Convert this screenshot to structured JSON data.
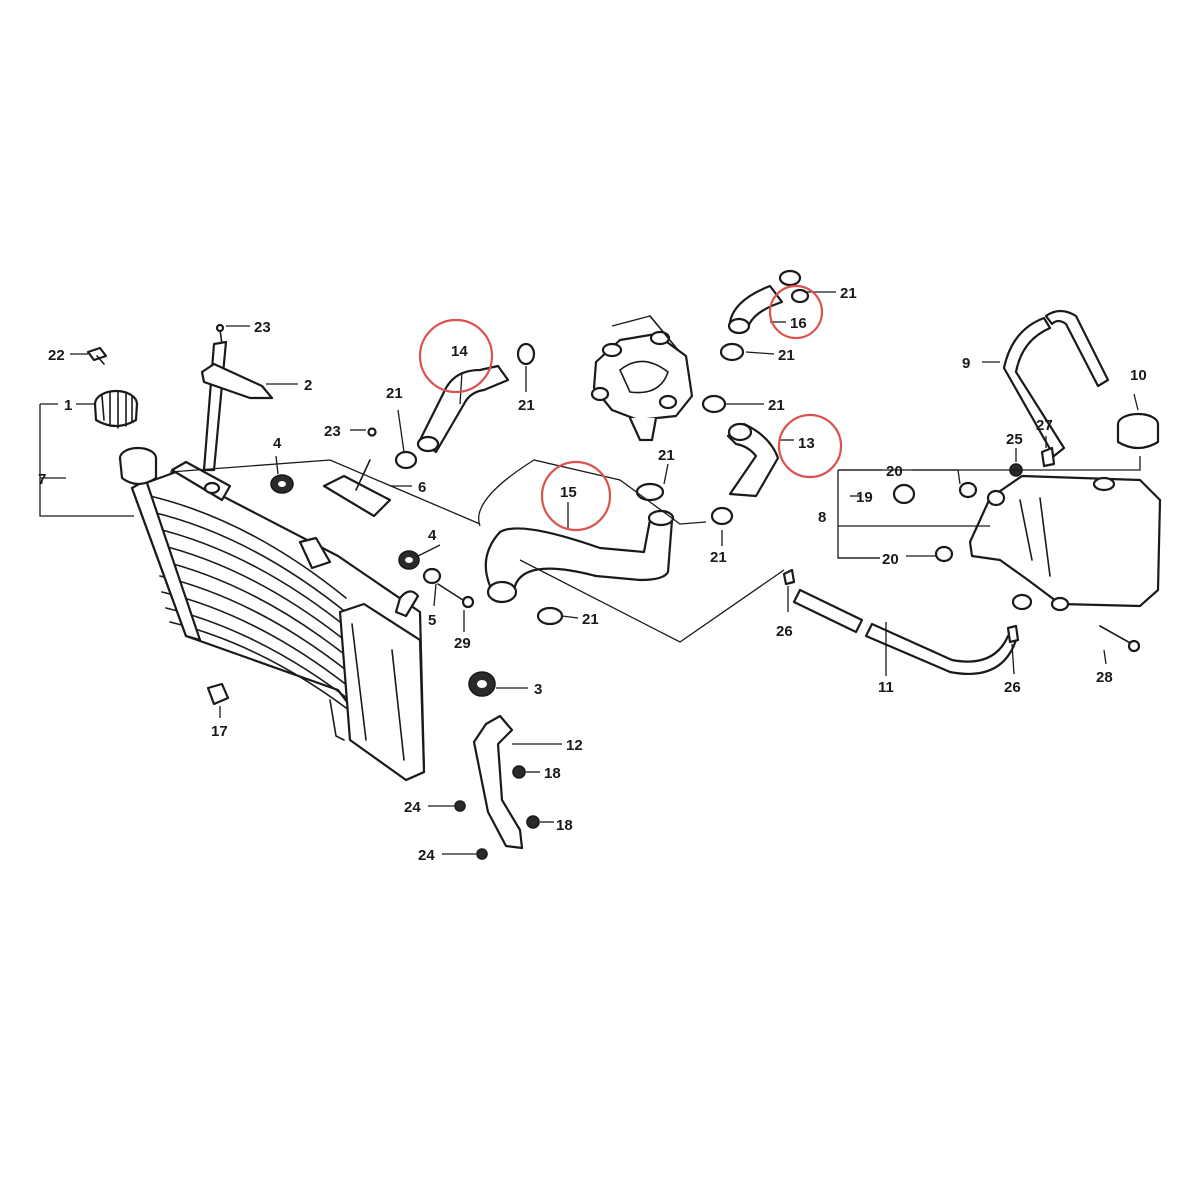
{
  "labels": {
    "p1": "1",
    "p2": "2",
    "p3": "3",
    "p4a": "4",
    "p4b": "4",
    "p5": "5",
    "p6": "6",
    "p7": "7",
    "p8": "8",
    "p9": "9",
    "p10": "10",
    "p11": "11",
    "p12": "12",
    "p13": "13",
    "p14": "14",
    "p15": "15",
    "p16": "16",
    "p17": "17",
    "p18a": "18",
    "p18b": "18",
    "p19": "19",
    "p20a": "20",
    "p20b": "20",
    "p21a": "21",
    "p21b": "21",
    "p21c": "21",
    "p21d": "21",
    "p21e": "21",
    "p21f": "21",
    "p21g": "21",
    "p21h": "21",
    "p21i": "21",
    "p22": "22",
    "p23a": "23",
    "p23b": "23",
    "p24a": "24",
    "p24b": "24",
    "p25": "25",
    "p26a": "26",
    "p26b": "26",
    "p27": "27",
    "p28": "28",
    "p29": "29"
  },
  "highlighted_parts": [
    "13",
    "14",
    "15",
    "16"
  ],
  "colors": {
    "line": "#1a1a1a",
    "highlight": "#d9534f",
    "background": "#ffffff"
  }
}
